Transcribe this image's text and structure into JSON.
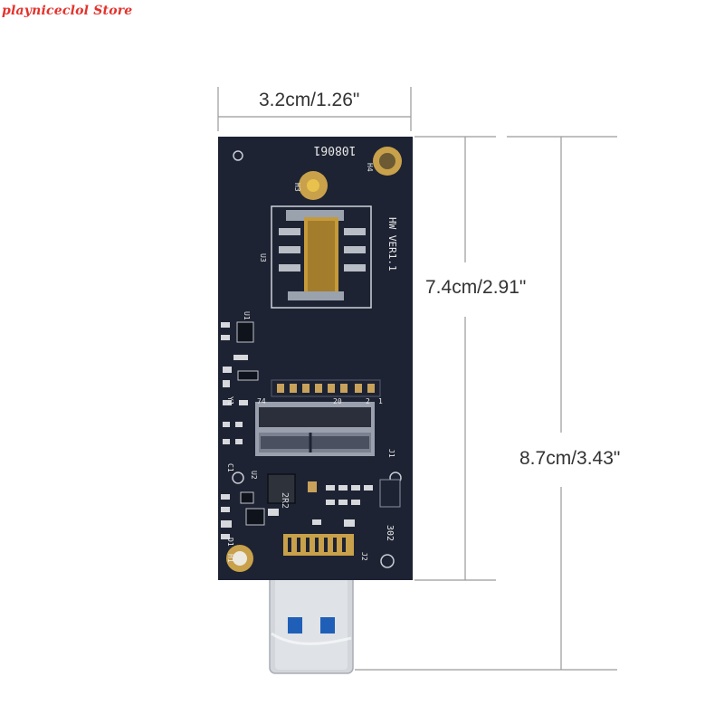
{
  "watermark": "playniceclol Store",
  "dimensions": {
    "width_label": "3.2cm/1.26\"",
    "board_length_label": "7.4cm/2.91\"",
    "total_length_label": "8.7cm/3.43\""
  },
  "board_markings": {
    "serial": "108061",
    "version": "HW VER1.1",
    "inductor": "2R2",
    "slot_pin_low": "1",
    "slot_pin_high": "2",
    "slot_pin_mid": "74",
    "slot_pin_mid2": "20",
    "ref_h3": "H3",
    "ref_h4": "H4",
    "ref_h1": "H1",
    "ref_u3": "U3",
    "ref_u1": "U1",
    "ref_u2": "U2",
    "ref_j1": "J1",
    "ref_j2": "J2",
    "ref_y1": "Y1",
    "ref_d1": "D1",
    "ref_c1": "C1",
    "ref_date": "302"
  },
  "colors": {
    "pcb": "#1d2333",
    "gold": "#c9a14a",
    "sim_holder": "#9aa2ae",
    "usb_metal": "#d3d6db",
    "usb_insert": "#1f5fb8",
    "dimension_line": "#9a9a9a"
  }
}
